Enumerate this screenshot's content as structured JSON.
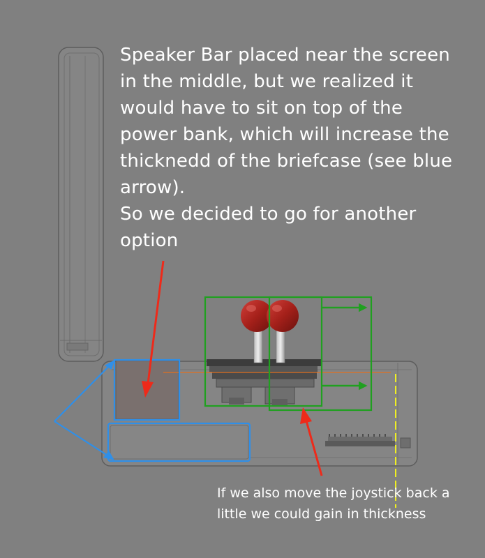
{
  "annotations": {
    "main_note": {
      "lines": [
        "Speaker Bar placed near the screen",
        "in the middle, but we realized it",
        "would have to sit on top of the",
        "power bank, which will increase the",
        "thicknedd of the briefcase (see blue",
        "arrow).",
        "So we decided to go for another",
        "option"
      ]
    },
    "joystick_note": {
      "lines": [
        "If we also move the joystick back a",
        "little we could gain in thickness"
      ]
    }
  },
  "colors": {
    "background": "#808080",
    "highlight_blue": "#2f8fe8",
    "highlight_green": "#20a020",
    "arrow_red": "#ee2a1a",
    "guide_yellow": "#f0f020",
    "guide_orange": "#e07020",
    "joystick_ball": "#a5201a"
  },
  "icons": {
    "red_arrow": "arrow-up-red-icon",
    "green_arrow": "arrow-right-green-icon",
    "blue_arrow": "double-arrow-blue-icon"
  }
}
